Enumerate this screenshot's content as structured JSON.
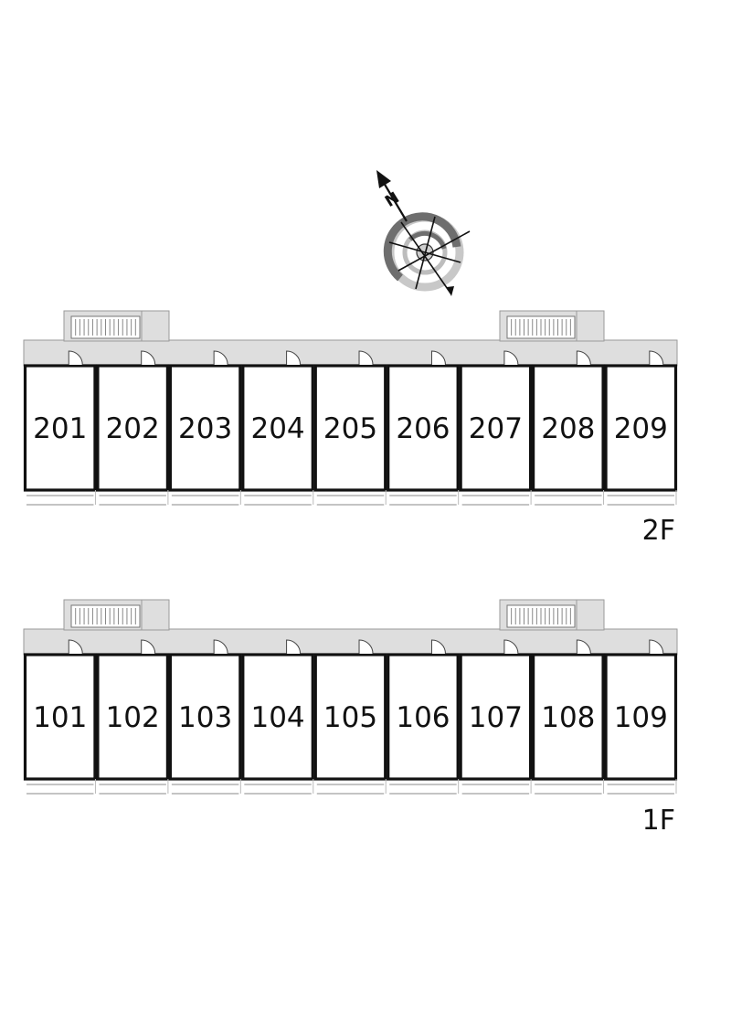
{
  "compass": {
    "letter": "N",
    "icon": "compass-rose-icon"
  },
  "floors": [
    {
      "id": "2F",
      "label": "2F",
      "units": [
        "201",
        "202",
        "203",
        "204",
        "205",
        "206",
        "207",
        "208",
        "209"
      ],
      "stair_style": "closed"
    },
    {
      "id": "1F",
      "label": "1F",
      "units": [
        "101",
        "102",
        "103",
        "104",
        "105",
        "106",
        "107",
        "108",
        "109"
      ],
      "stair_style": "open"
    }
  ],
  "colors": {
    "corridor": "#dedede",
    "wall": "#111111",
    "compass_ring": "#777777"
  }
}
